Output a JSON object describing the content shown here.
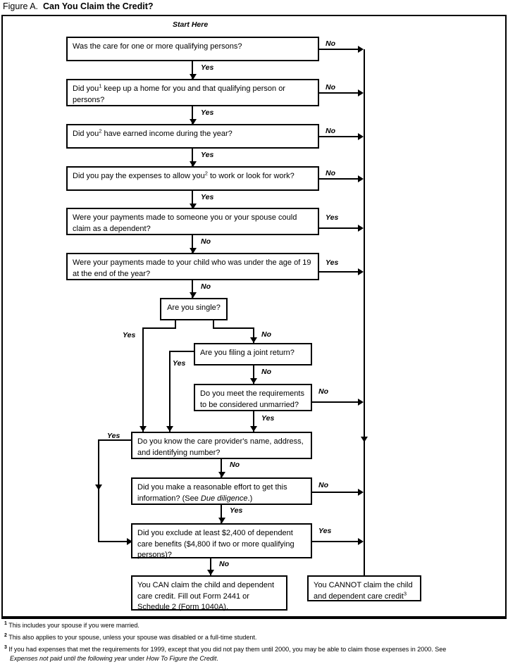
{
  "figure": {
    "label": "Figure A.",
    "title": "Can You Claim the Credit?"
  },
  "start_label": "Start Here",
  "labels": {
    "yes": "Yes",
    "no": "No"
  },
  "nodes": {
    "q1": "Was the care for one or more qualifying persons?",
    "q2_a": "Did you",
    "q2_sup": "1",
    "q2_b": " keep up a home for you and that qualifying person or persons?",
    "q3_a": "Did you",
    "q3_sup": "2",
    "q3_b": " have earned income during the year?",
    "q4_a": "Did you pay the expenses to allow you",
    "q4_sup": "2",
    "q4_b": " to work or look for work?",
    "q5": "Were your payments made to someone you or your spouse could claim as a dependent?",
    "q6": "Were your payments made to your child who was under the age of 19 at the end of the year?",
    "q7": "Are you single?",
    "q8": "Are you filing a joint return?",
    "q9": "Do you meet the requirements to be considered unmarried?",
    "q10": "Do you know the care provider's name, address, and identifying number?",
    "q11_a": "Did you make a reasonable effort to get this information? (See ",
    "q11_it": "Due diligence",
    "q11_b": ".)",
    "q12": "Did you exclude at least $2,400 of dependent care benefits ($4,800 if two or more qualifying persons)?",
    "result_can": "You CAN claim the child and dependent care credit. Fill out Form 2441 or Schedule 2 (Form 1040A).",
    "result_cannot_a": "You CANNOT claim the child and dependent care credit",
    "result_cannot_sup": "3"
  },
  "footnotes": [
    {
      "marker": "1",
      "line1": "This includes your spouse if you were married."
    },
    {
      "marker": "2",
      "line1": "This also applies to your spouse, unless your spouse was disabled or a full-time student."
    },
    {
      "marker": "3",
      "line1": "If you had expenses that met the requirements for 1999, except that you did not pay them until 2000, you may be able to claim those expenses in 2000. See",
      "line2_it1": "Expenses not paid until the following year",
      "line2_mid": " under ",
      "line2_it2": "How To Figure the Credit",
      "line2_end": "."
    }
  ]
}
